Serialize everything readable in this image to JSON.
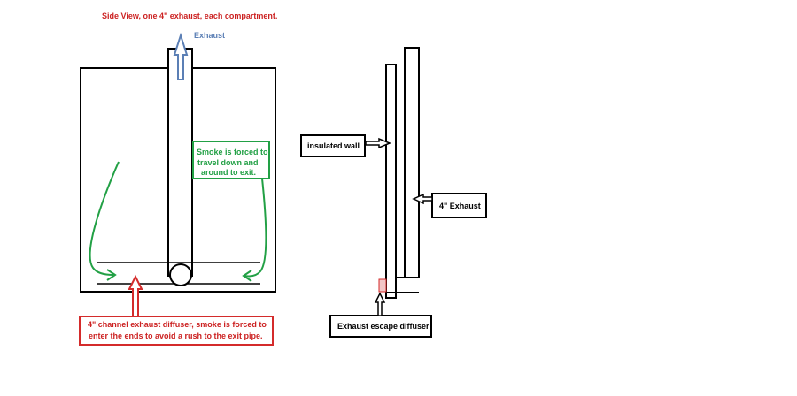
{
  "colors": {
    "ink": "#000000",
    "title_red": "#cc2222",
    "diffuser_red": "#d42b2b",
    "smoke_green": "#22a045",
    "exhaust_blue": "#5b7fb5",
    "diffuser_fill": "#f2c6c6"
  },
  "left_view": {
    "title": "Side View, one 4\" exhaust, each compartment.",
    "exhaust_label": "Exhaust",
    "smoke_note": {
      "line1": "Smoke is forced to",
      "line2": "travel down and",
      "line3": "around to exit."
    },
    "diffuser_note": {
      "line1": "4\" channel exhaust diffuser, smoke is forced to",
      "line2": "enter the ends to avoid a rush to the exit pipe."
    }
  },
  "right_view": {
    "insulated_wall_label": "insulated wall",
    "exhaust_label": "4\" Exhaust",
    "diffuser_label": "Exhaust escape diffuser"
  },
  "icons": [
    "arrow-up-icon",
    "arrow-left-icon",
    "arrow-right-icon",
    "curved-arrow-icon"
  ]
}
